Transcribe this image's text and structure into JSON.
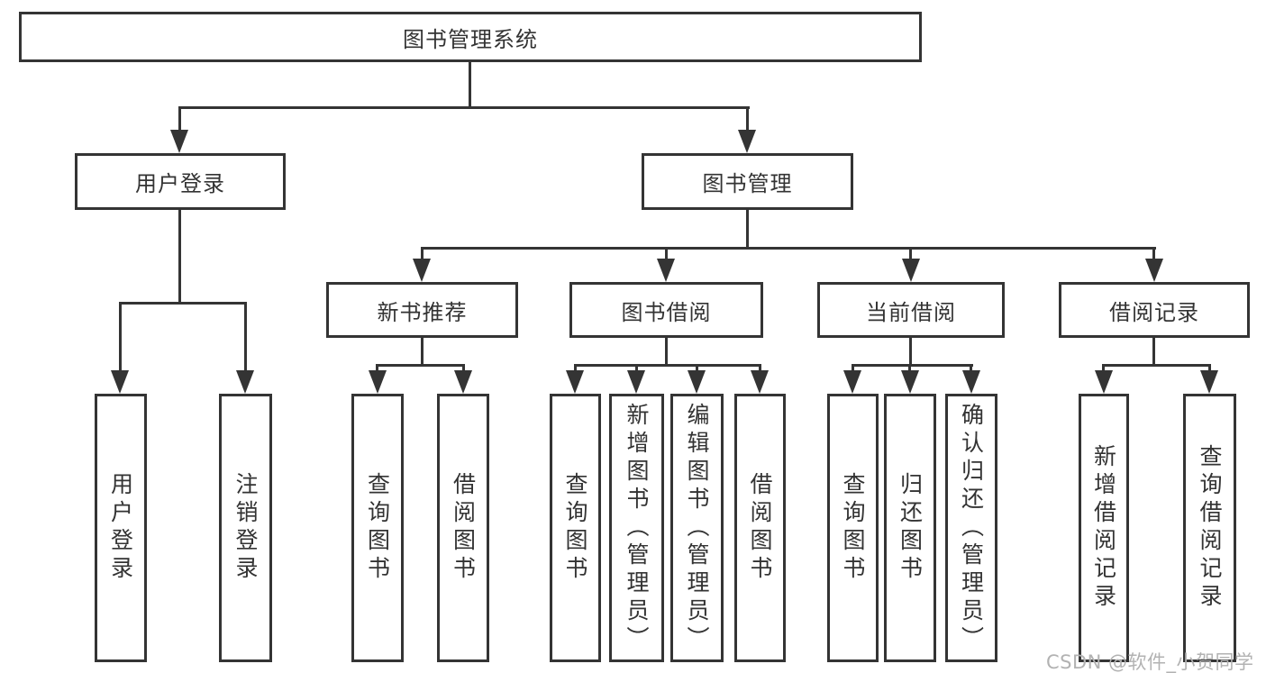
{
  "diagram": {
    "title": "图书管理系统",
    "type": "hierarchy-tree",
    "colors": {
      "line": "#343434",
      "text": "#333333",
      "background": "#ffffff",
      "watermark": "#b2b2b2"
    },
    "nodes": {
      "root": {
        "label": "图书管理系统"
      },
      "level2": [
        {
          "label": "用户登录",
          "parent": "图书管理系统"
        },
        {
          "label": "图书管理",
          "parent": "图书管理系统"
        }
      ],
      "level3": [
        {
          "label": "新书推荐",
          "parent": "图书管理"
        },
        {
          "label": "图书借阅",
          "parent": "图书管理"
        },
        {
          "label": "当前借阅",
          "parent": "图书管理"
        },
        {
          "label": "借阅记录",
          "parent": "图书管理"
        }
      ],
      "leaves": [
        {
          "label": "用户登录",
          "parent": "用户登录"
        },
        {
          "label": "注销登录",
          "parent": "用户登录"
        },
        {
          "label": "查询图书",
          "parent": "新书推荐"
        },
        {
          "label": "借阅图书",
          "parent": "新书推荐"
        },
        {
          "label": "查询图书",
          "parent": "图书借阅"
        },
        {
          "label": "新增图书（管理员）",
          "parent": "图书借阅"
        },
        {
          "label": "编辑图书（管理员）",
          "parent": "图书借阅"
        },
        {
          "label": "借阅图书",
          "parent": "图书借阅"
        },
        {
          "label": "查询图书",
          "parent": "当前借阅"
        },
        {
          "label": "归还图书",
          "parent": "当前借阅"
        },
        {
          "label": "确认归还（管理员）",
          "parent": "当前借阅"
        },
        {
          "label": "新增借阅记录",
          "parent": "借阅记录"
        },
        {
          "label": "查询借阅记录",
          "parent": "借阅记录"
        }
      ]
    },
    "watermark": "CSDN @软件_小贺同学"
  }
}
